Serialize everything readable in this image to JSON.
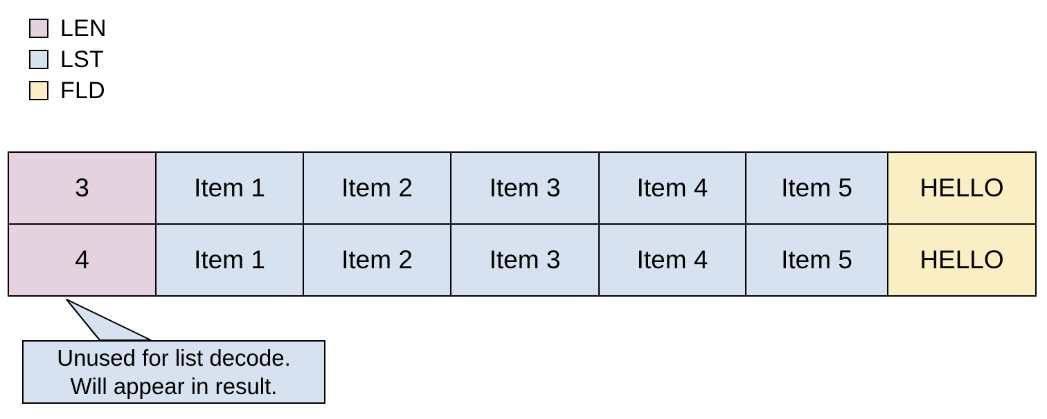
{
  "legend": {
    "items": [
      {
        "key": "LEN",
        "label": "LEN",
        "color": "#e4d3de",
        "swatch_icon": "color-swatch-icon"
      },
      {
        "key": "LST",
        "label": "LST",
        "color": "#d6e2f0",
        "swatch_icon": "color-swatch-icon"
      },
      {
        "key": "FLD",
        "label": "FLD",
        "color": "#faeec5",
        "swatch_icon": "color-swatch-icon"
      }
    ]
  },
  "table": {
    "columns": [
      {
        "type": "LEN",
        "color": "#e4d3de"
      },
      {
        "type": "LST",
        "color": "#d6e2f0"
      },
      {
        "type": "LST",
        "color": "#d6e2f0"
      },
      {
        "type": "LST",
        "color": "#d6e2f0"
      },
      {
        "type": "LST",
        "color": "#d6e2f0"
      },
      {
        "type": "LST",
        "color": "#d6e2f0"
      },
      {
        "type": "FLD",
        "color": "#faeec5"
      }
    ],
    "rows": [
      {
        "cells": [
          "3",
          "Item 1",
          "Item 2",
          "Item 3",
          "Item 4",
          "Item 5",
          "HELLO"
        ]
      },
      {
        "cells": [
          "4",
          "Item 1",
          "Item 2",
          "Item 3",
          "Item 4",
          "Item 5",
          "HELLO"
        ]
      }
    ]
  },
  "callout": {
    "fill": "#d6e2f0",
    "stroke": "#000000",
    "lines": [
      "Unused for list decode.",
      "Will appear in result."
    ]
  }
}
